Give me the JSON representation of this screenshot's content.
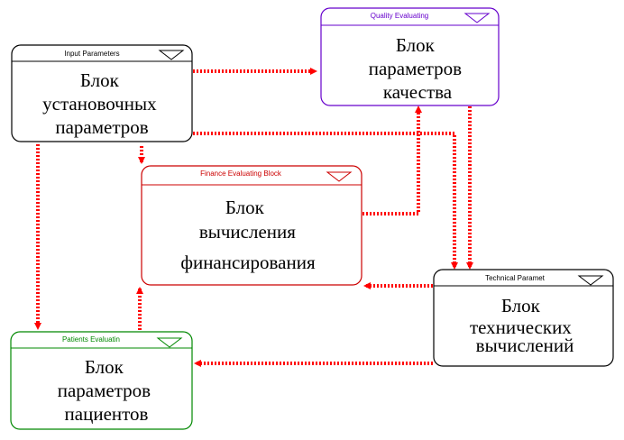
{
  "colors": {
    "arrow": "#ff0000",
    "input_block": "#000000",
    "quality_block": "#6600cc",
    "finance_block": "#cc0000",
    "technical_block": "#000000",
    "patients_block": "#008800"
  },
  "blocks": {
    "input": {
      "header": "Input Parameters",
      "body": [
        "Блок",
        "установочных",
        "параметров"
      ]
    },
    "quality": {
      "header": "Quality Evaluating",
      "body": [
        "Блок",
        "параметров",
        "качества"
      ]
    },
    "finance": {
      "header": "Finance Evaluating Block",
      "body": [
        "Блок",
        "вычисления",
        "финансирования"
      ]
    },
    "technical": {
      "header": "Technical Paramet",
      "body": [
        "Блок",
        "технических",
        "вычислений"
      ]
    },
    "patients": {
      "header": "Patients Evaluatin",
      "body": [
        "Блок",
        "параметров",
        "пациентов"
      ]
    }
  },
  "connections": [
    {
      "from": "input",
      "to": "quality"
    },
    {
      "from": "input",
      "to": "finance"
    },
    {
      "from": "input",
      "to": "patients"
    },
    {
      "from": "input",
      "to": "technical"
    },
    {
      "from": "quality",
      "to": "technical"
    },
    {
      "from": "finance",
      "to": "quality"
    },
    {
      "from": "technical",
      "to": "finance"
    },
    {
      "from": "technical",
      "to": "patients"
    },
    {
      "from": "patients",
      "to": "finance"
    }
  ]
}
